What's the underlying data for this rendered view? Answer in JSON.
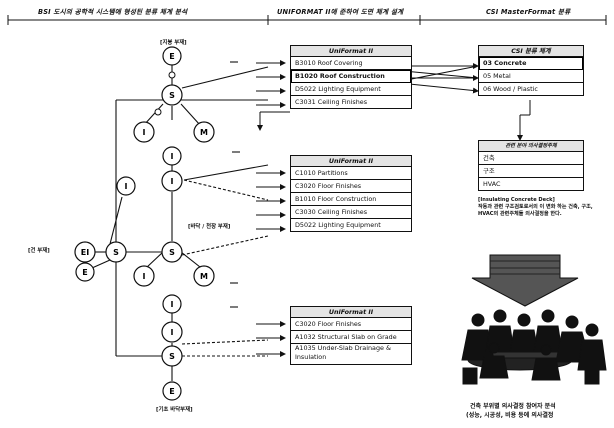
{
  "headers": {
    "left": "BSI 도시의 공학적 시스템에 형성된 분류 체계 분석",
    "middle": "UNIFORMAT II에 준하여 도면 체계 설계",
    "right": "CSI MasterFormat 분류"
  },
  "labels": {
    "roof_system": "[지붕 부재]",
    "floor_system": "[바닥 / 천장 부재]",
    "building_system": "[건 부재]",
    "foundation_system": "[기초 바닥부재]"
  },
  "nodes": {
    "e": "E",
    "s": "S",
    "i": "I",
    "m": "M",
    "ei": "EI"
  },
  "uniformat1": {
    "title": "UniFormat II",
    "rows": [
      "B3010 Roof Covering",
      "B1020 Roof Construction",
      "D5022 Lighting Equipment",
      "C3031 Ceiling Finishes"
    ]
  },
  "uniformat2": {
    "title": "UniFormat II",
    "rows": [
      "C1010 Partitions",
      "C3020 Floor Finishes",
      "B1010 Floor Construction",
      "C3030 Ceiling Finishes",
      "D5022 Lighting Equipment"
    ]
  },
  "uniformat3": {
    "title": "UniFormat II",
    "rows": [
      "C3020 Floor Finishes",
      "A1032 Structural Slab on Grade",
      "A1035 Under-Slab Drainage & Insulation"
    ]
  },
  "csi": {
    "title": "CSI 분류 체계",
    "rows": [
      "03 Concrete",
      "05 Metal",
      "06 Wood / Plastic"
    ]
  },
  "discipline": {
    "title": "관련 분야 의사결정주체",
    "rows": [
      "건축",
      "구조",
      "HVAC"
    ]
  },
  "insulating_note": {
    "title": "[Insulating Concrete Deck]",
    "text": "작동과 관련 구조검토로서의 이 변화 하는 건축, 구조, HVAC의 관련주체들 의사결정을 한다."
  },
  "caption": {
    "line1": "건축 부위별 의사결정 참여자 분석",
    "line2": "(성능, 시공성, 비용 등에 의사결정"
  }
}
